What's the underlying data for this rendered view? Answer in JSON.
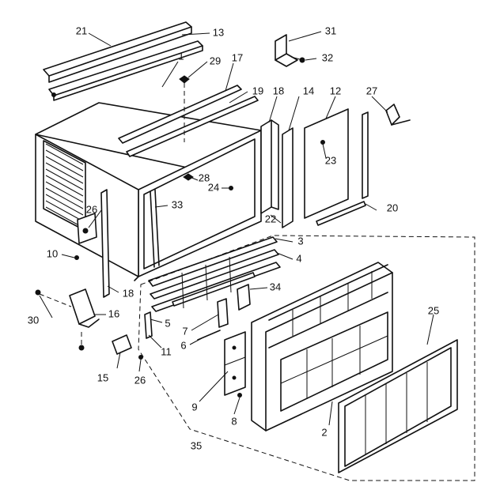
{
  "diagram": {
    "labels": {
      "p21": "21",
      "p13": "13",
      "p31": "31",
      "p32": "32",
      "p1": "1",
      "p29": "29",
      "p17": "17",
      "p19": "19",
      "p18a": "18",
      "p14": "14",
      "p12": "12",
      "p27": "27",
      "p23": "23",
      "p28": "28",
      "p24": "24",
      "p26a": "26",
      "p33": "33",
      "p22": "22",
      "p20": "20",
      "p3": "3",
      "p4": "4",
      "p10": "10",
      "p18b": "18",
      "p34": "34",
      "p30": "30",
      "p16": "16",
      "p5": "5",
      "p7": "7",
      "p6": "6",
      "p11": "11",
      "p25": "25",
      "p15": "15",
      "p26b": "26",
      "p9": "9",
      "p8": "8",
      "p2": "2",
      "p35": "35"
    }
  }
}
